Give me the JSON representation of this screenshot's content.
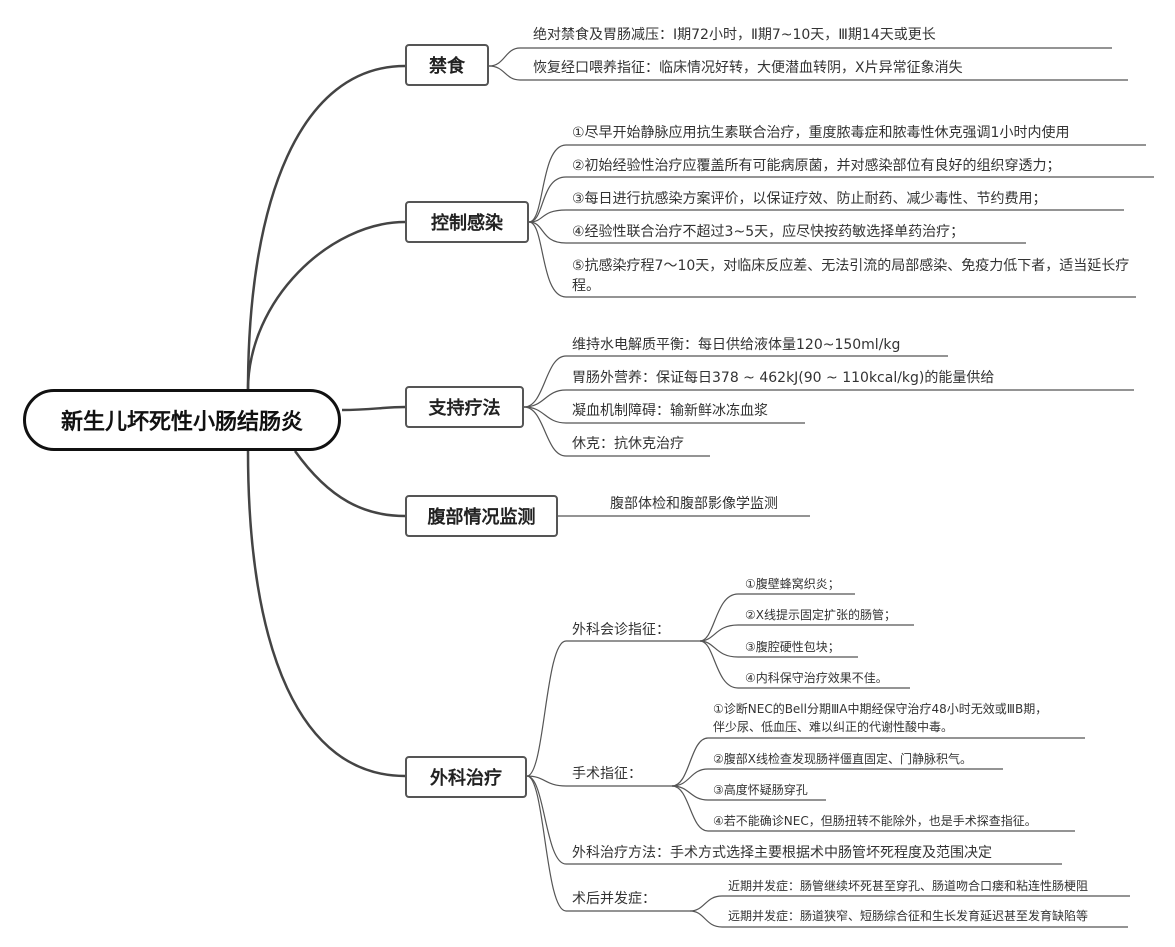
{
  "root": {
    "label": "新生儿坏死性小肠结肠炎"
  },
  "fasting": {
    "label": "禁食",
    "items": [
      "绝对禁食及胃肠减压：Ⅰ期72小时，Ⅱ期7~10天，Ⅲ期14天或更长",
      "恢复经口喂养指征：临床情况好转，大便潜血转阴，X片异常征象消失"
    ]
  },
  "infection": {
    "label": "控制感染",
    "items": [
      "①尽早开始静脉应用抗生素联合治疗，重度脓毒症和脓毒性休克强调1小时内使用",
      "②初始经验性治疗应覆盖所有可能病原菌，并对感染部位有良好的组织穿透力；",
      "③每日进行抗感染方案评价，以保证疗效、防止耐药、减少毒性、节约费用；",
      "④经验性联合治疗不超过3~5天，应尽快按药敏选择单药治疗；",
      "⑤抗感染疗程7～10天，对临床反应差、无法引流的局部感染、免疫力低下者，适当延长疗程。"
    ]
  },
  "support": {
    "label": "支持疗法",
    "items": [
      "维持水电解质平衡：每日供给液体量120~150ml/kg",
      "胃肠外营养：保证每日378 ~ 462kJ(90 ~ 110kcal/kg)的能量供给",
      "凝血机制障碍：输新鲜冰冻血浆",
      "休克：抗休克治疗"
    ]
  },
  "monitor": {
    "label": "腹部情况监测",
    "items": [
      "腹部体检和腹部影像学监测"
    ]
  },
  "surgery": {
    "label": "外科治疗",
    "consult": {
      "label": "外科会诊指征：",
      "items": [
        "①腹壁蜂窝织炎；",
        "②X线提示固定扩张的肠管；",
        "③腹腔硬性包块；",
        "④内科保守治疗效果不佳。"
      ]
    },
    "indication": {
      "label": "手术指征：",
      "items": [
        "①诊断NEC的Bell分期ⅢA中期经保守治疗48小时无效或ⅢB期，伴少尿、低血压、难以纠正的代谢性酸中毒。",
        "②腹部X线检查发现肠袢僵直固定、门静脉积气。",
        "③高度怀疑肠穿孔",
        "④若不能确诊NEC，但肠扭转不能除外，也是手术探查指征。"
      ]
    },
    "method": "外科治疗方法：手术方式选择主要根据术中肠管坏死程度及范围决定",
    "complication": {
      "label": "术后并发症：",
      "items": [
        "近期并发症：肠管继续坏死甚至穿孔、肠道吻合口瘘和粘连性肠梗阻",
        "远期并发症：肠道狭窄、短肠综合征和生长发育延迟甚至发育缺陷等"
      ]
    }
  }
}
